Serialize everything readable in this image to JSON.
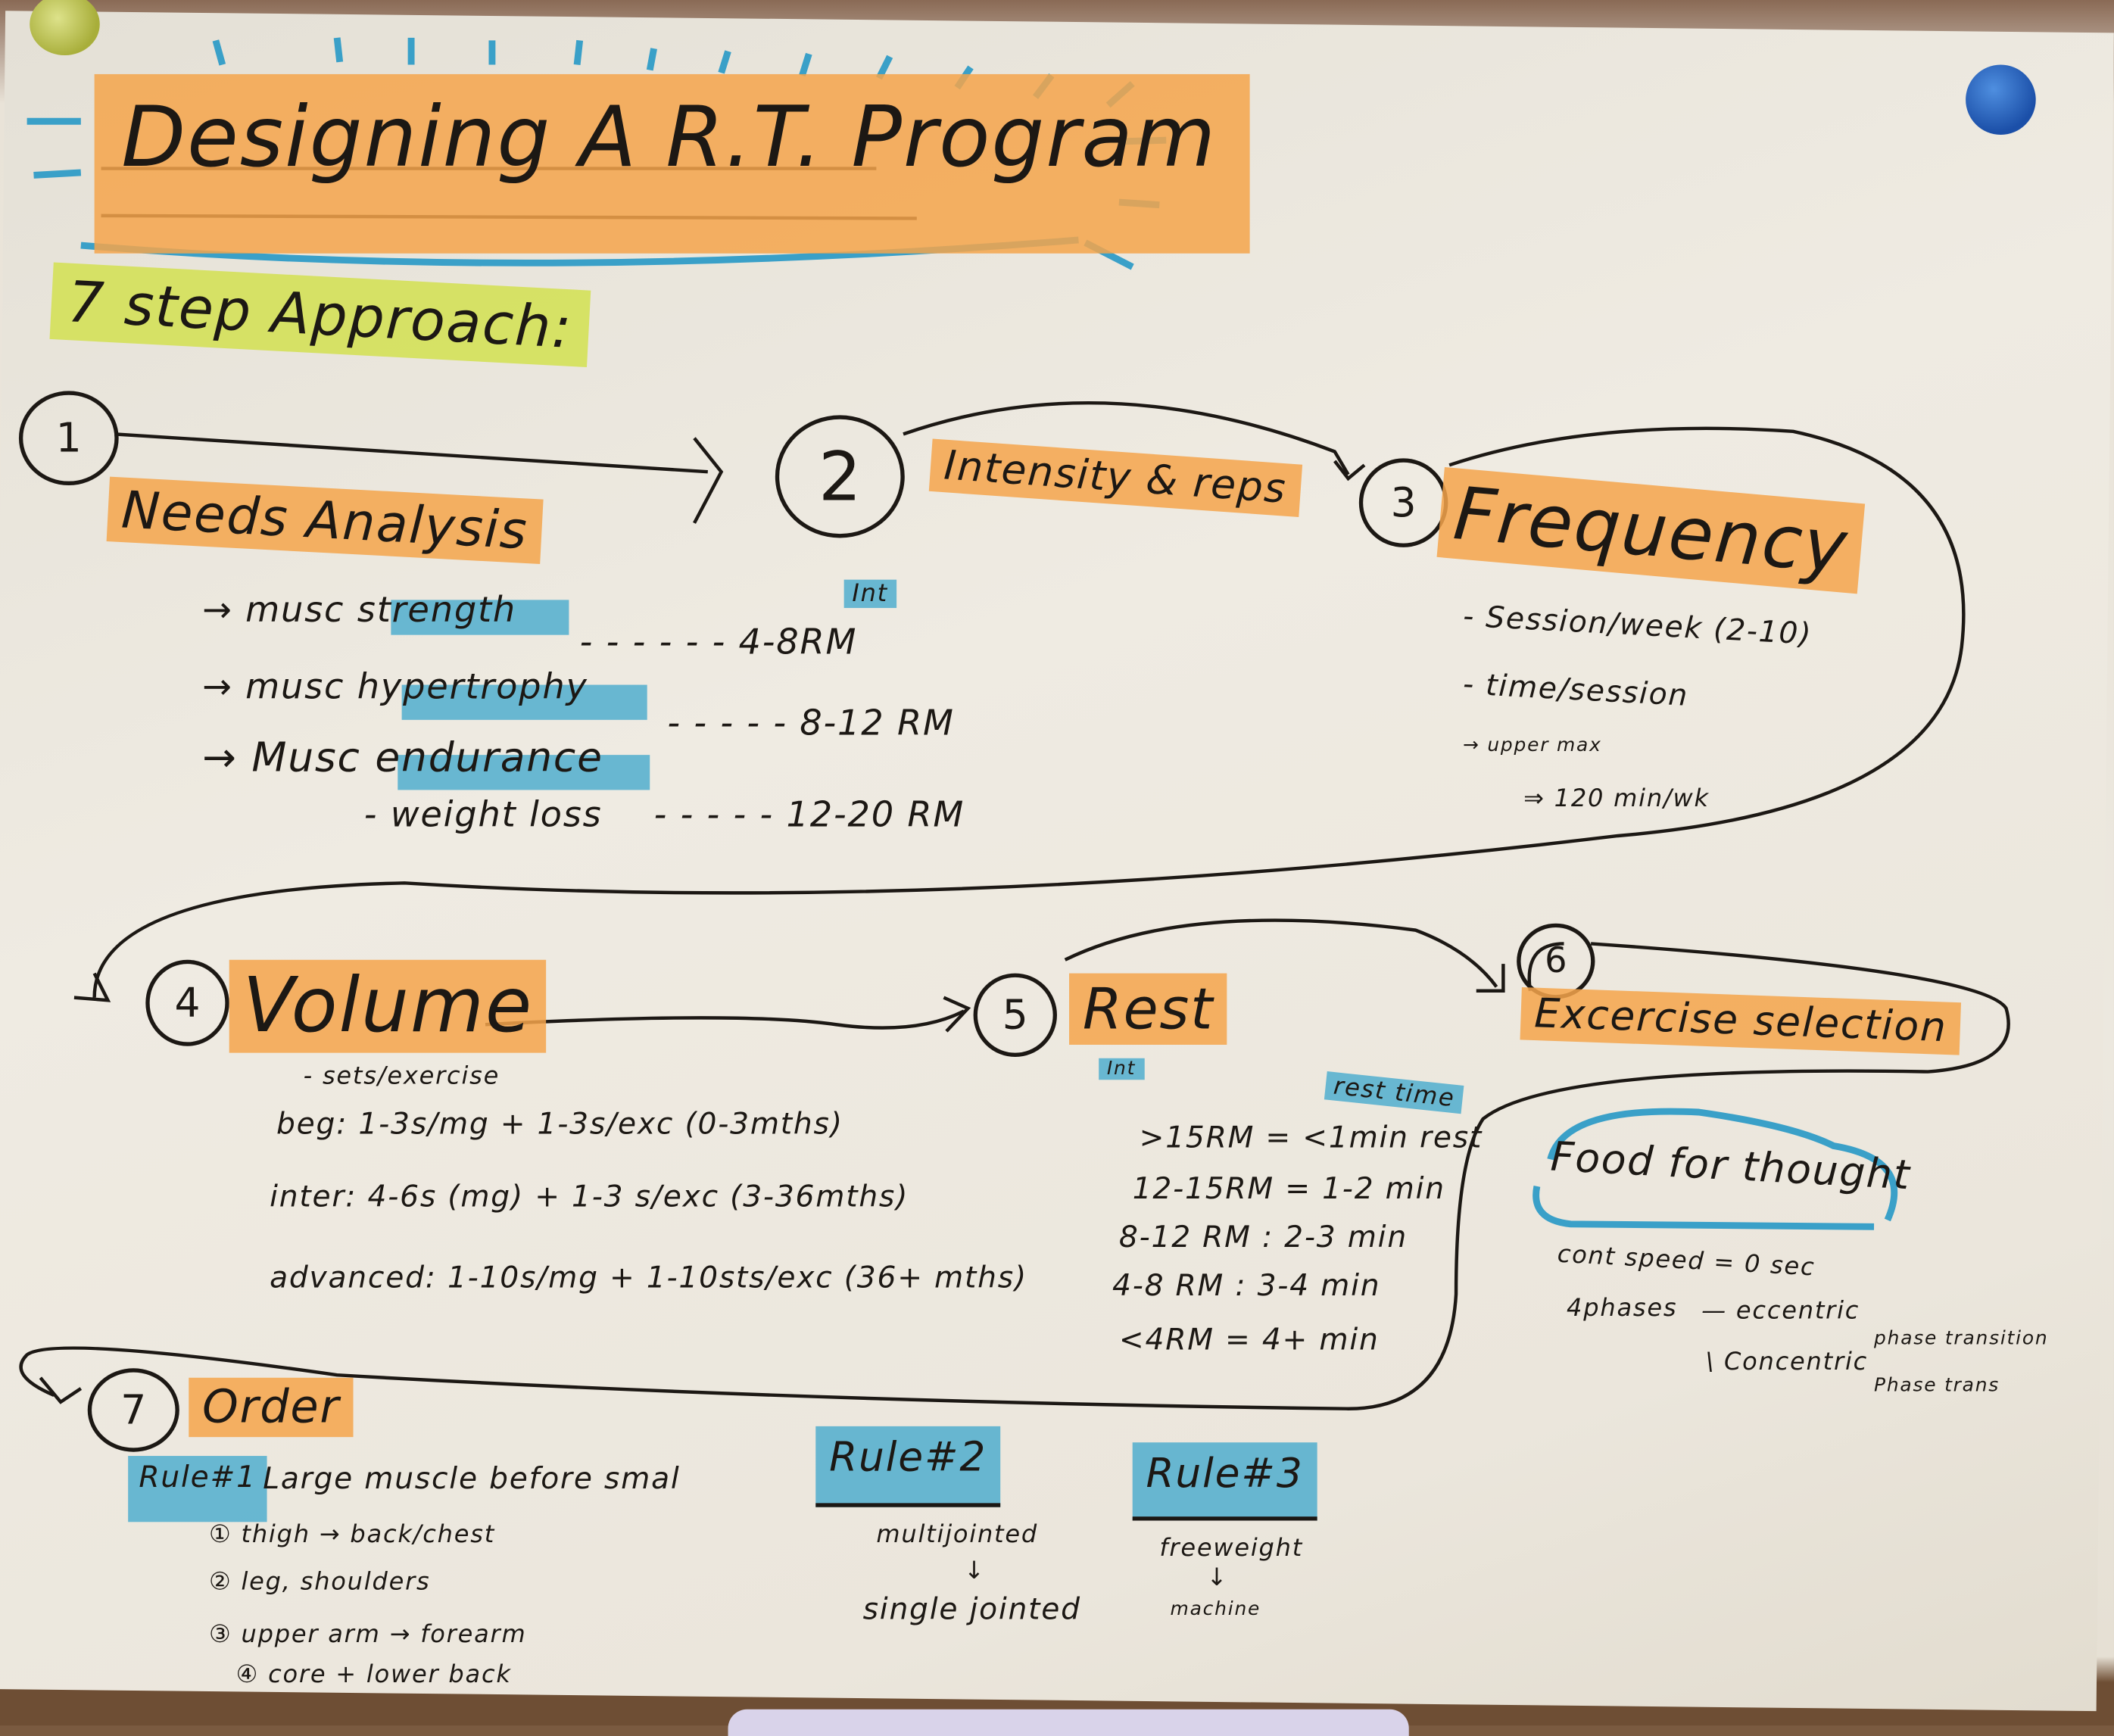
{
  "title": "Designing A R.T. Program",
  "subtitle": "7 step Approach:",
  "steps": {
    "s1": {
      "num": "1",
      "label": "Needs Analysis",
      "items": [
        "→ musc strength",
        "→ musc hypertrophy",
        "→ Musc endurance",
        "- weight loss"
      ],
      "int_label": "Int",
      "rm": [
        "- - - - - -  4-8RM",
        "- - - - -  8-12 RM",
        "- - - - -  12-20 RM"
      ]
    },
    "s2": {
      "num": "2",
      "label": "Intensity & reps"
    },
    "s3": {
      "num": "3",
      "label": "Frequency",
      "items": [
        "- Session/week (2-10)",
        "- time/session",
        "→ upper max",
        "⇒ 120 min/wk"
      ]
    },
    "s4": {
      "num": "4",
      "label": "Volume",
      "items": [
        "- sets/exercise",
        "beg: 1-3s/mg + 1-3s/exc (0-3mths)",
        "inter: 4-6s (mg) + 1-3 s/exc (3-36mths)",
        "advanced: 1-10s/mg + 1-10sts/exc (36+ mths)"
      ]
    },
    "s5": {
      "num": "5",
      "label": "Rest",
      "int_label": "Int",
      "rest_label": "rest time",
      "rows": [
        ">15RM = <1min rest",
        "12-15RM = 1-2 min",
        "8-12 RM : 2-3 min",
        "4-8 RM : 3-4 min",
        "<4RM = 4+ min"
      ]
    },
    "s6": {
      "num": "6",
      "label": "Excercise selection"
    },
    "s7": {
      "num": "7",
      "label": "Order",
      "rule1": {
        "label": "Rule#1",
        "text": "Large muscle before smal",
        "items": [
          "① thigh → back/chest",
          "② leg, shoulders",
          "③ upper arm → forearm",
          "④ core + lower back"
        ]
      },
      "rule2": {
        "label": "Rule#2",
        "from": "multijointed",
        "arrow": "↓",
        "to": "single jointed"
      },
      "rule3": {
        "label": "Rule#3",
        "from": "freeweight",
        "arrow": "↓",
        "to": "machine"
      }
    }
  },
  "food": {
    "title": "Food for thought",
    "speed": "cont speed = 0 sec",
    "phases": "4phases",
    "ecc": "— eccentric",
    "con": "\\ Concentric",
    "ecc_note": "phase transition",
    "con_note": "Phase trans"
  },
  "colors": {
    "orange": "#f5a54b",
    "blue": "#46aacd",
    "yellow": "#d2e150",
    "ink": "#1c1814"
  }
}
